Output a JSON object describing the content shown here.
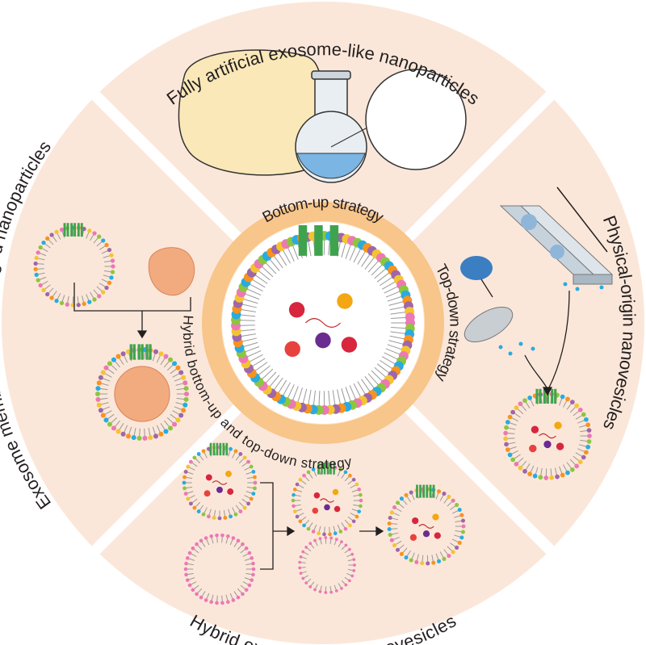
{
  "quadrants": {
    "top_label": "Fully artificial exosome-like nanoparticles",
    "right_label": "Physical-origin nanovesicles",
    "bottom_label": "Hybrid exosome-like nanovesicles",
    "left_label": "Exosome membrane-camouflaged nanoparticles"
  },
  "strategies": {
    "bottom_up": "Bottom-up strategy",
    "top_down": "Top-down strategy",
    "hybrid": "Hybrid bottom-up and top-down strategy"
  },
  "colors": {
    "sector": "#fbe7d9",
    "ring": "#f8c58a",
    "ring_dark": "#f3a64c",
    "lipid_head": [
      "#ec78b4",
      "#8cc63f",
      "#29abe2",
      "#f7931e",
      "#9e66ab",
      "#f4c430"
    ],
    "tail": "#999999",
    "protein_green": "#3fa34d",
    "cargo": [
      "#d7263d",
      "#f3a712",
      "#6a2c91",
      "#e8423f"
    ]
  },
  "icons": [
    "flask-icon",
    "microfluidic-chip-icon",
    "extruder-membrane-icon",
    "cell-membrane-icon",
    "nanoparticle-core-icon",
    "arrow-icon"
  ]
}
